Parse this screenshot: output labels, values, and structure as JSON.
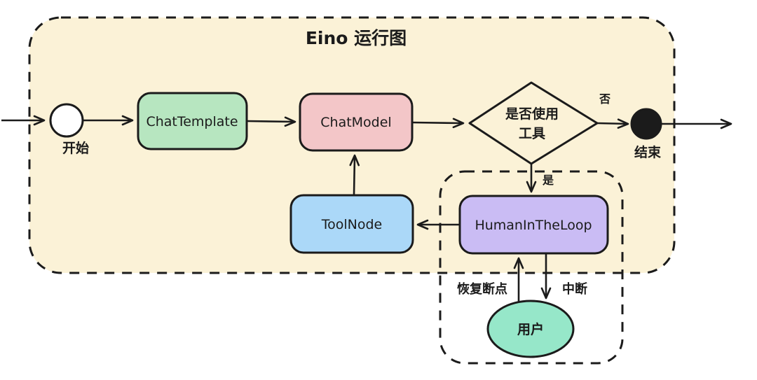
{
  "diagram": {
    "title": "Eino 运行图",
    "nodes": {
      "start": {
        "label": "开始",
        "fill": "#ffffff"
      },
      "chat_template": {
        "label": "ChatTemplate",
        "fill": "#b7e6c0"
      },
      "chat_model": {
        "label": "ChatModel",
        "fill": "#f3c6c8"
      },
      "decision": {
        "line1": "是否使用",
        "line2": "工具"
      },
      "end": {
        "label": "结束",
        "fill": "#1b1b1b"
      },
      "tool_node": {
        "label": "ToolNode",
        "fill": "#abd8f8"
      },
      "human_in_the_loop": {
        "label": "HumanInTheLoop",
        "fill": "#cabcf4"
      },
      "user": {
        "label": "用户",
        "fill": "#96e7c9"
      }
    },
    "edge_labels": {
      "no": "否",
      "yes": "是",
      "resume": "恢复断点",
      "interrupt": "中断"
    },
    "colors": {
      "container_fill": "#fbf2d7",
      "stroke": "#1b1b1b"
    }
  }
}
